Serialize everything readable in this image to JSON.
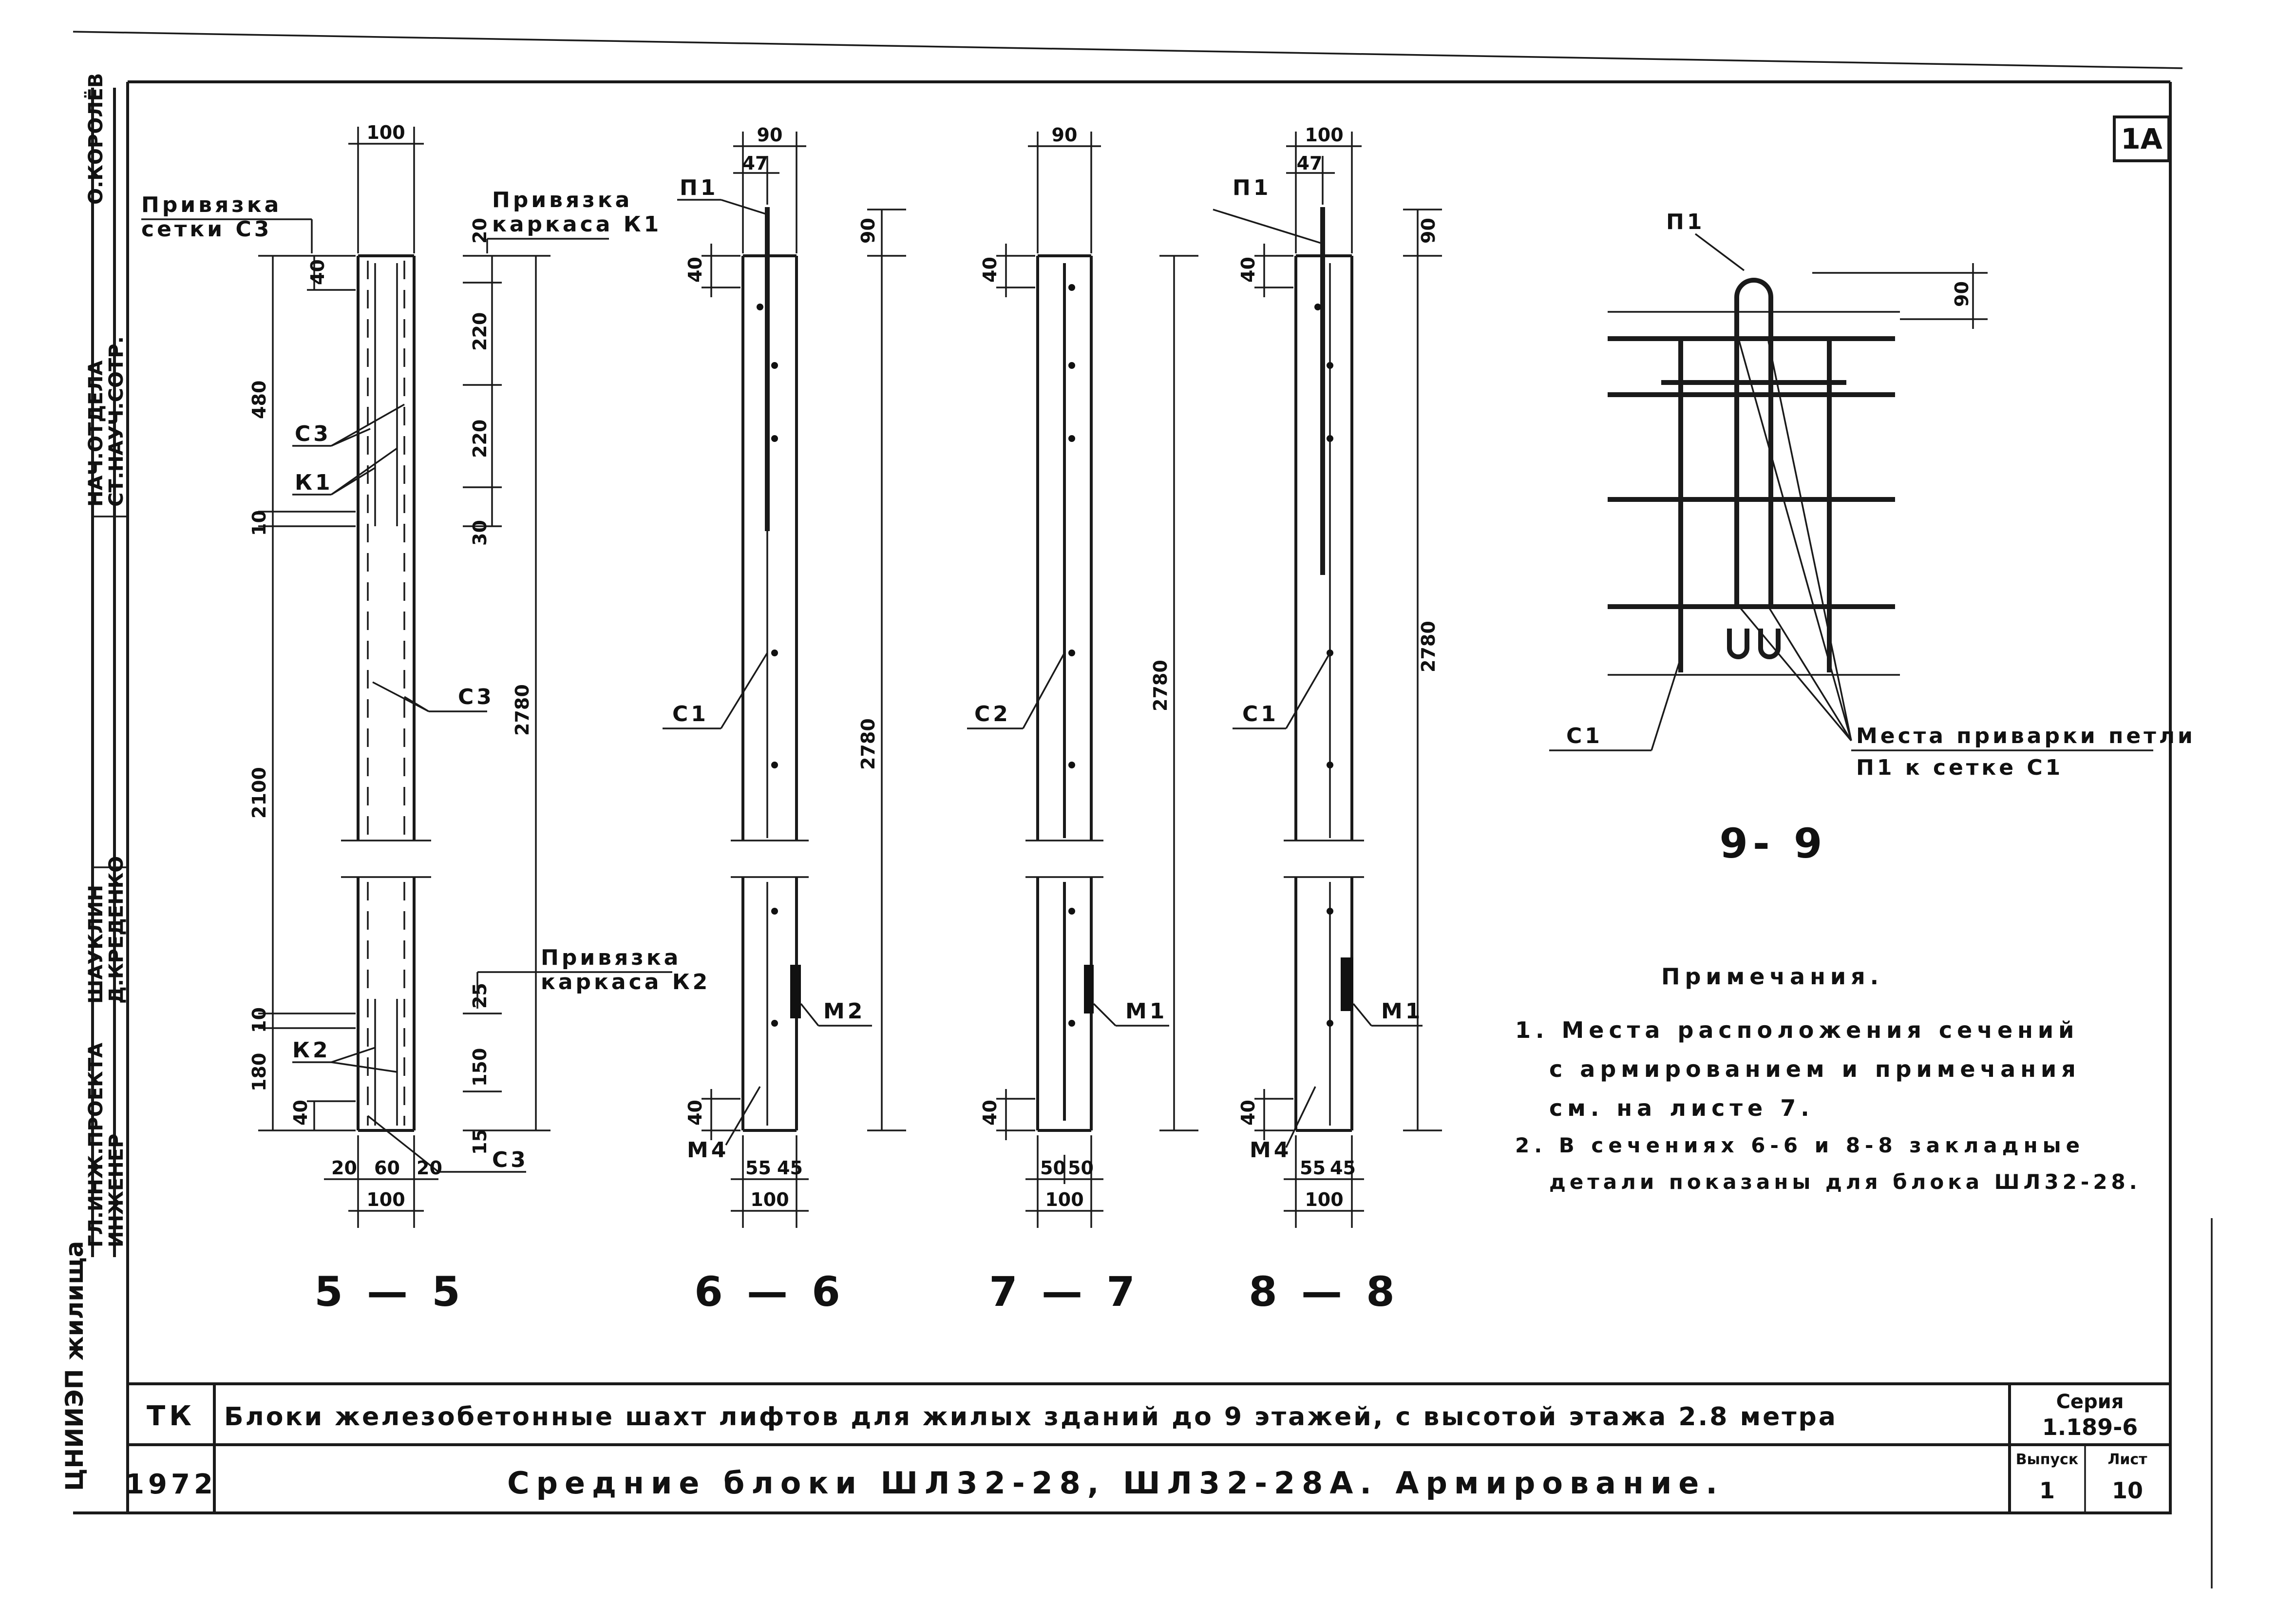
{
  "sheet_tag": "1А",
  "left_stamp": {
    "top_roles": [
      "НАЧ.ОТДЕЛА",
      "СТ.НАУЧ.СОТР."
    ],
    "top_names": [
      "О.КОРОЛЁВ"
    ],
    "bottom_roles": [
      "ГЛ.ИНЖ.ПРОЕКТА",
      "ИНЖЕНЕР"
    ],
    "bottom_names": [
      "ШАУКЛИН",
      "Д.КРЕДЕНКО"
    ],
    "org": "ЦНИИЭП жилища"
  },
  "sections": [
    {
      "title": "5 — 5"
    },
    {
      "title": "6 — 6"
    },
    {
      "title": "7 — 7"
    },
    {
      "title": "8 — 8"
    },
    {
      "title": "9- 9"
    }
  ],
  "sec55": {
    "dim_top": "100",
    "label_c3_line1": "Привязка",
    "label_c3_line2": "сетки С3",
    "label_k1_line1": "Привязка",
    "label_k1_line2": "каркаса К1",
    "label_k2_line1": "Привязка",
    "label_k2_line2": "каркаса К2",
    "d40a": "40",
    "d480": "480",
    "d10a": "10",
    "d2100": "2100",
    "d10b": "10",
    "d180": "180",
    "d40b": "40",
    "r20": "20",
    "r220a": "220",
    "r220b": "220",
    "r30": "30",
    "r2780": "2780",
    "r25": "25",
    "r150": "150",
    "r15": "15",
    "c3a": "С3",
    "k1": "К1",
    "c3b": "С3",
    "k2": "К2",
    "c3c": "С3",
    "b20a": "20",
    "b60": "60",
    "b20b": "20",
    "b100": "100"
  },
  "sec66": {
    "d90": "90",
    "d47": "47",
    "p1": "П1",
    "d90v": "90",
    "d40": "40",
    "d2780": "2780",
    "c1": "С1",
    "m2": "М2",
    "d40b": "40",
    "m4": "М4",
    "b55": "55",
    "b45": "45",
    "b100": "100"
  },
  "sec77": {
    "d90": "90",
    "d40": "40",
    "d2780": "2780",
    "c2": "С2",
    "m1": "М1",
    "d40b": "40",
    "b50a": "50",
    "b50b": "50",
    "b100": "100"
  },
  "sec88": {
    "d100": "100",
    "d47": "47",
    "p1": "П1",
    "d90v": "90",
    "d40": "40",
    "d2780": "2780",
    "c1": "С1",
    "m1": "М1",
    "d40b": "40",
    "m4": "М4",
    "b55": "55",
    "b45": "45",
    "b100": "100"
  },
  "sec99": {
    "p1": "П1",
    "d90": "90",
    "c1": "С1",
    "weld_line1": "Места приварки петли",
    "weld_line2": "П1 к сетке С1"
  },
  "notes": {
    "heading": "Примечания.",
    "n1_l1": "1. Места расположения сечений",
    "n1_l2": "с армированием и примечания",
    "n1_l3": "см. на листе 7.",
    "n2_l1": "2. В сечениях 6-6 и 8-8 закладные",
    "n2_l2": "детали показаны для блока ШЛ32-28."
  },
  "title_block": {
    "tk": "ТК",
    "year": "1972",
    "title": "Блоки железобетонные шахт лифтов для жилых зданий до 9 этажей, с высотой этажа 2.8 метра",
    "subtitle": "Средние блоки ШЛ32-28, ШЛ32-28А. Армирование.",
    "series_label": "Серия",
    "series_value": "1.189-6",
    "issue_label": "Выпуск",
    "issue_value": "1",
    "sheet_label": "Лист",
    "sheet_value": "10"
  }
}
